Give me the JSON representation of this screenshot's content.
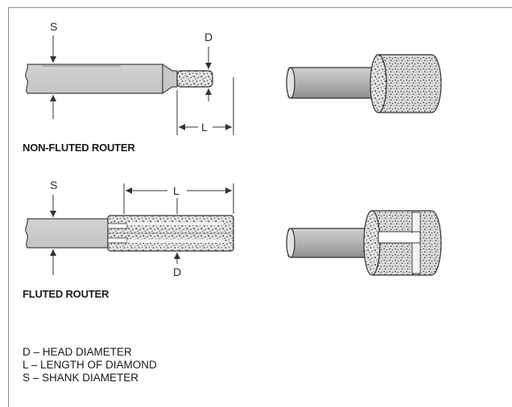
{
  "router_1": {
    "caption": "NON-FLUTED ROUTER",
    "shank_label": "S",
    "head_label": "D",
    "length_label": "L"
  },
  "router_2": {
    "caption": "FLUTED ROUTER",
    "shank_label": "S",
    "head_label": "D",
    "length_label": "L"
  },
  "legend": [
    "D – HEAD DIAMETER",
    "L – LENGTH OF DIAMOND",
    "S – SHANK DIAMETER"
  ]
}
